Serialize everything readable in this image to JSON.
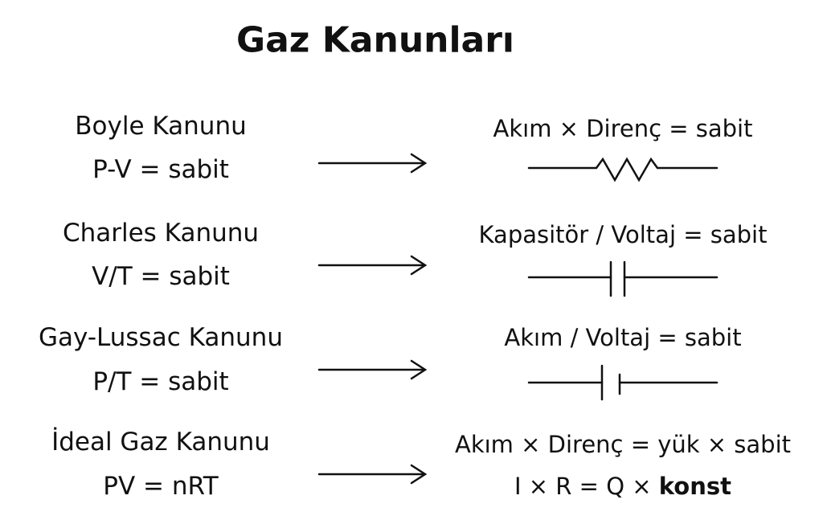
{
  "title": "Gaz Kanunları",
  "laws": [
    {
      "name": "Boyle Kanunu",
      "formula": "P-V = sabit",
      "analogy": "Akım × Direnç = sabit",
      "symbol": "resistor-icon"
    },
    {
      "name": "Charles Kanunu",
      "formula": "V/T = sabit",
      "analogy": "Kapasitör / Voltaj = sabit",
      "symbol": "capacitor-icon"
    },
    {
      "name": "Gay-Lussac Kanunu",
      "formula": "P/T = sabit",
      "analogy": "Akım / Voltaj = sabit",
      "symbol": "battery-icon"
    },
    {
      "name": "İdeal Gaz Kanunu",
      "formula": "PV = nRT",
      "analogy": "Akım × Direnç = yük × sabit",
      "analogy2_prefix": "I × R = Q × ",
      "analogy2_bold": "konst"
    }
  ]
}
